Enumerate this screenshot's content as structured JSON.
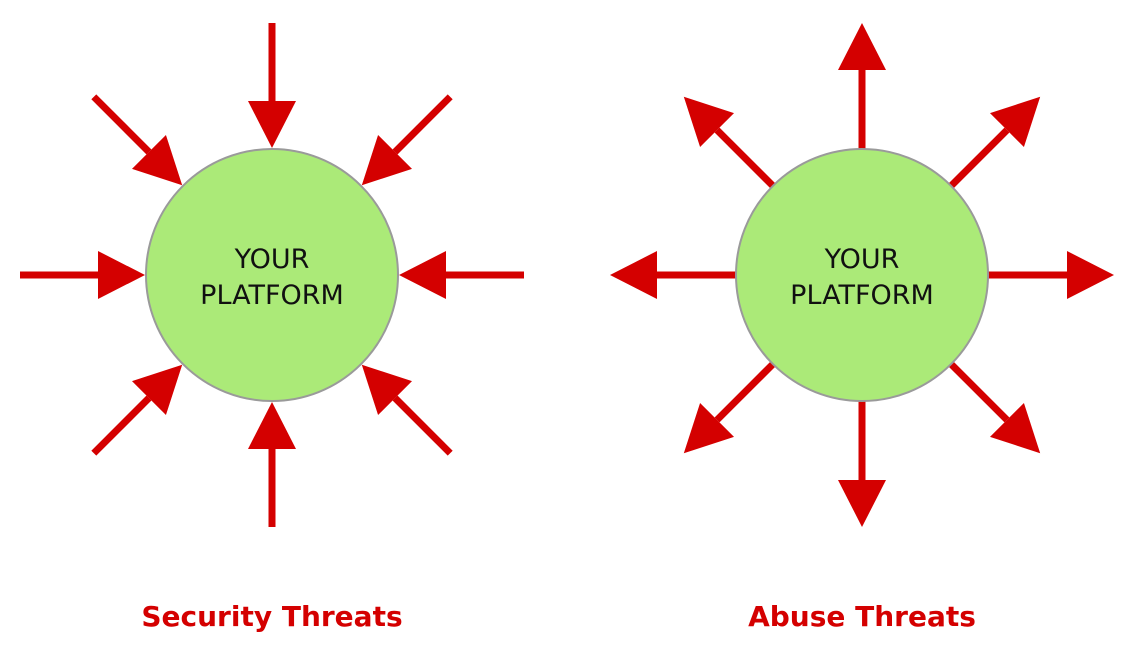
{
  "diagrams": [
    {
      "center_label_lines": [
        "YOUR",
        "PLATFORM"
      ],
      "caption": "Security Threats",
      "arrow_direction": "inward"
    },
    {
      "center_label_lines": [
        "YOUR",
        "PLATFORM"
      ],
      "caption": "Abuse Threats",
      "arrow_direction": "outward"
    }
  ],
  "colors": {
    "arrow": "#d40000",
    "circle_fill": "#abea78",
    "circle_stroke": "#9a9a9a",
    "caption": "#d40000"
  }
}
